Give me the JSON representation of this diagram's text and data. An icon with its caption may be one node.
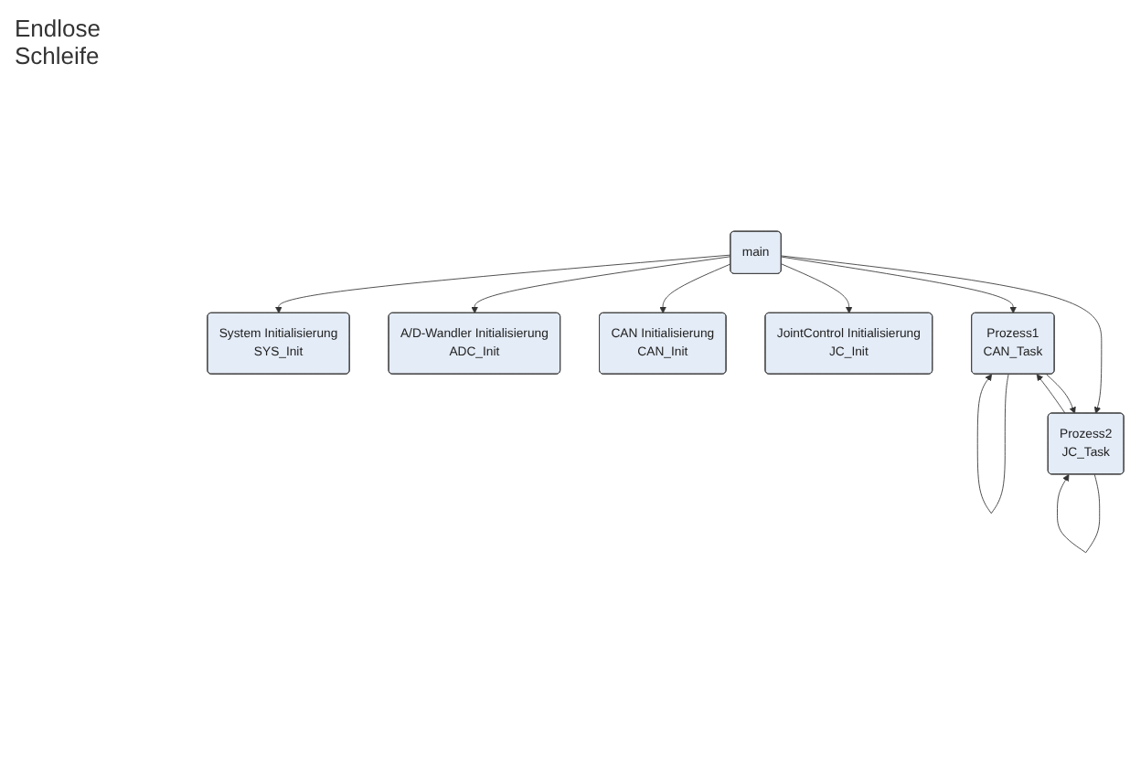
{
  "diagram": {
    "nodes": [
      {
        "text": [
          "System Initialisierung",
          "SYS_Init"
        ]
      },
      {
        "text": [
          "A/D-Wandler Initialisierung",
          "ADC_Init"
        ]
      },
      {
        "text": [
          "CAN Initialisierung",
          "CAN_Init"
        ]
      },
      {
        "text": [
          "JointControl Initialisierung",
          "JC_Init"
        ]
      },
      {
        "text": [
          "main"
        ]
      },
      {
        "text": [
          "Prozess1",
          "CAN_Task"
        ]
      },
      {
        "text": [
          "Prozess2",
          "JC_Task"
        ]
      }
    ],
    "edges": [
      {
        "from": 4,
        "to": 0,
        "arrow": "to"
      },
      {
        "from": 4,
        "to": 1,
        "arrow": "to"
      },
      {
        "from": 4,
        "to": 2,
        "arrow": "to"
      },
      {
        "from": 4,
        "to": 3,
        "arrow": "to"
      },
      {
        "from": 4,
        "to": 5,
        "arrow": "to"
      },
      {
        "from": 4,
        "to": 6,
        "arrow": "to"
      },
      {
        "from": 5,
        "to": 5,
        "arrow": "to"
      },
      {
        "from": 5,
        "to": 6,
        "arrow": "to"
      },
      {
        "from": 6,
        "to": 5,
        "arrow": "to"
      },
      {
        "from": 6,
        "to": 6,
        "arrow": "to"
      }
    ],
    "labels": [
      "Endlose Schleife"
    ]
  }
}
